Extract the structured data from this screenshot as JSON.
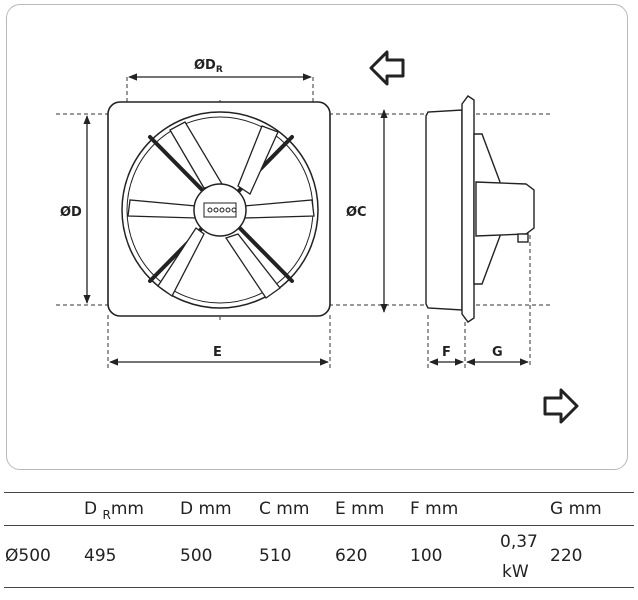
{
  "diagram": {
    "labels": {
      "dr_main": "ØD",
      "dr_sub": "R",
      "d": "ØD",
      "c": "ØC",
      "e": "E",
      "f": "F",
      "g": "G"
    }
  },
  "table": {
    "headers": {
      "dr_main": "D",
      "dr_sub": "R",
      "dr_unit": "mm",
      "d": "D mm",
      "c": "C mm",
      "e": "E mm",
      "f": "F mm",
      "g": "G mm"
    },
    "row": {
      "model": "Ø500",
      "dr": "495",
      "d": "500",
      "c": "510",
      "e": "620",
      "f": "100",
      "power_value": "0,37",
      "power_unit": "kW",
      "g": "220"
    }
  }
}
